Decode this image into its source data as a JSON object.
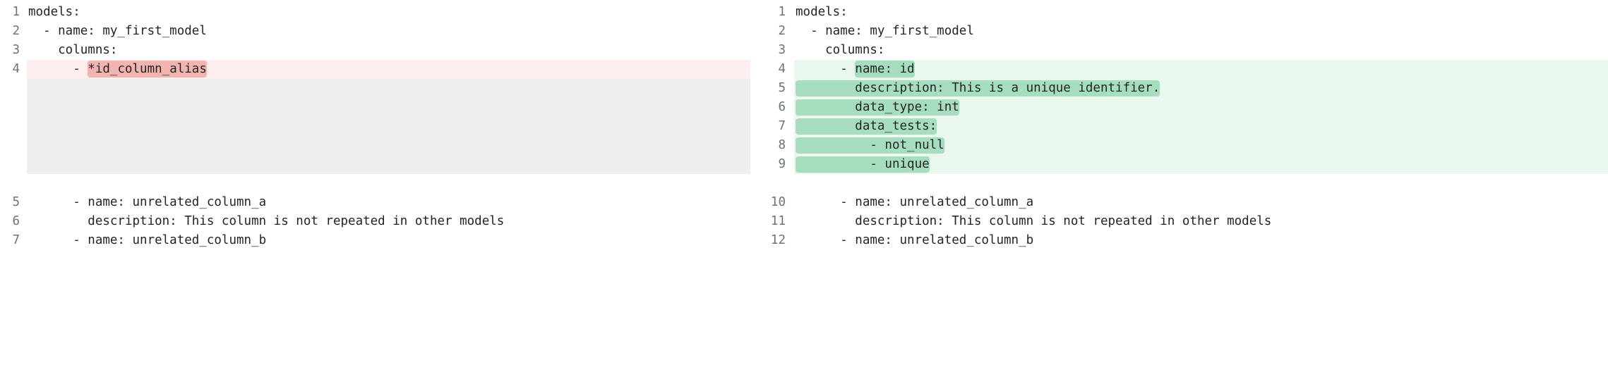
{
  "view": {
    "kind": "side-by-side-diff",
    "language": "yaml",
    "colors": {
      "page_background": "#ffffff",
      "line_number": "#6a737d",
      "code_text": "#1f2328",
      "deletion_row_background": "#ffeef0",
      "deletion_word_highlight": "#f3b3ae",
      "addition_row_background": "#e9f7ef",
      "addition_word_highlight": "#a6ddbe",
      "filler_background": "#eceef0"
    }
  },
  "left_panel": {
    "name": "before",
    "lines": [
      {
        "number": "1",
        "type": "context",
        "text": "models:",
        "highlight": null
      },
      {
        "number": "2",
        "type": "context",
        "text": "  - name: my_first_model",
        "highlight": null
      },
      {
        "number": "3",
        "type": "context",
        "text": "    columns:",
        "highlight": null
      },
      {
        "number": "4",
        "type": "deletion",
        "text": "      - *id_column_alias",
        "highlight": "*id_column_alias",
        "prefix": "      - "
      },
      {
        "number": "",
        "type": "filler",
        "text": "",
        "highlight": null
      },
      {
        "number": "",
        "type": "filler",
        "text": "",
        "highlight": null
      },
      {
        "number": "",
        "type": "filler",
        "text": "",
        "highlight": null
      },
      {
        "number": "",
        "type": "filler",
        "text": "",
        "highlight": null
      },
      {
        "number": "",
        "type": "filler",
        "text": "",
        "highlight": null
      },
      {
        "number": "",
        "type": "spacer",
        "text": "",
        "highlight": null
      },
      {
        "number": "5",
        "type": "context",
        "text": "      - name: unrelated_column_a",
        "highlight": null
      },
      {
        "number": "6",
        "type": "context",
        "text": "        description: This column is not repeated in other models",
        "highlight": null
      },
      {
        "number": "7",
        "type": "context",
        "text": "      - name: unrelated_column_b",
        "highlight": null
      }
    ]
  },
  "right_panel": {
    "name": "after",
    "lines": [
      {
        "number": "1",
        "type": "context",
        "text": "models:",
        "highlight": null
      },
      {
        "number": "2",
        "type": "context",
        "text": "  - name: my_first_model",
        "highlight": null
      },
      {
        "number": "3",
        "type": "context",
        "text": "    columns:",
        "highlight": null
      },
      {
        "number": "4",
        "type": "addition",
        "text": "      - name: id",
        "highlight": "name: id",
        "prefix": "      - "
      },
      {
        "number": "5",
        "type": "addition-full",
        "text": "        description: This is a unique identifier.",
        "highlight": null
      },
      {
        "number": "6",
        "type": "addition-full",
        "text": "        data_type: int",
        "highlight": null
      },
      {
        "number": "7",
        "type": "addition-full",
        "text": "        data_tests:",
        "highlight": null
      },
      {
        "number": "8",
        "type": "addition-full",
        "text": "          - not_null",
        "highlight": null
      },
      {
        "number": "9",
        "type": "addition-full",
        "text": "          - unique",
        "highlight": null
      },
      {
        "number": "",
        "type": "spacer",
        "text": "",
        "highlight": null
      },
      {
        "number": "10",
        "type": "context",
        "text": "      - name: unrelated_column_a",
        "highlight": null
      },
      {
        "number": "11",
        "type": "context",
        "text": "        description: This column is not repeated in other models",
        "highlight": null
      },
      {
        "number": "12",
        "type": "context",
        "text": "      - name: unrelated_column_b",
        "highlight": null
      }
    ]
  }
}
